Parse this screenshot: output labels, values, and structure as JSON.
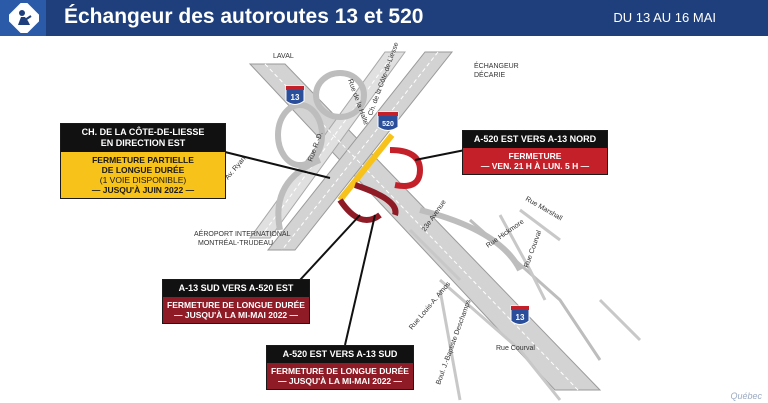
{
  "header": {
    "title": "Échangeur des autoroutes 13 et 520",
    "dates": "DU 13 AU 16 MAI",
    "icon": "construction-worker-icon"
  },
  "map": {
    "labels": {
      "laval": "LAVAL",
      "echangeur_decarie_1": "ÉCHANGEUR",
      "echangeur_decarie_2": "DÉCARIE",
      "aeroport_1": "AÉROPORT INTERNATIONAL",
      "aeroport_2": "MONTRÉAL-TRUDEAU",
      "rue_de_la_halte": "Rue de la Halte",
      "ch_cote_de_liesse": "Ch. de la Côte-de-Liesse",
      "rue_marshall": "Rue Marshall",
      "rue_hickmore": "Rue Hickmore",
      "rue_courval": "Rue Courval",
      "rue_courval_2": "Rue Courval",
      "av_23e": "23e Avenue",
      "boul_jb_deschamps": "Boul. J.-Baptiste Deschamps",
      "rue_louis_amos": "Rue Louis-A. Amos",
      "av_ryan": "Av. Ryan",
      "rue_rd": "Rue R.-D."
    },
    "shields": {
      "a13_top": "13",
      "a520": "520",
      "a13_bottom": "13"
    },
    "colors": {
      "closure_yellow": "#f7c21a",
      "closure_red": "#c3202a",
      "closure_darkred": "#8e1b25",
      "road": "#cfcfcf"
    }
  },
  "callouts": {
    "cote_de_liesse": {
      "heading": [
        "CH. DE LA CÔTE-DE-LIESSE",
        "EN DIRECTION EST"
      ],
      "body": [
        "FERMETURE PARTIELLE",
        "DE LONGUE DURÉE",
        "(1 VOIE DISPONIBLE)",
        "— JUSQU'À JUIN 2022 —"
      ]
    },
    "a520_vers_a13_nord": {
      "heading": [
        "A-520 EST VERS A-13 NORD"
      ],
      "body": [
        "FERMETURE",
        "— VEN. 21 H À LUN. 5 H —"
      ]
    },
    "a13_sud_vers_a520": {
      "heading": [
        "A-13 SUD VERS A-520 EST"
      ],
      "body": [
        "FERMETURE DE LONGUE DURÉE",
        "— JUSQU'À LA MI-MAI 2022 —"
      ]
    },
    "a520_vers_a13_sud": {
      "heading": [
        "A-520 EST VERS A-13 SUD"
      ],
      "body": [
        "FERMETURE DE LONGUE DURÉE",
        "— JUSQU'À LA MI-MAI 2022 —"
      ]
    }
  },
  "footer": {
    "watermark": "Québec"
  }
}
